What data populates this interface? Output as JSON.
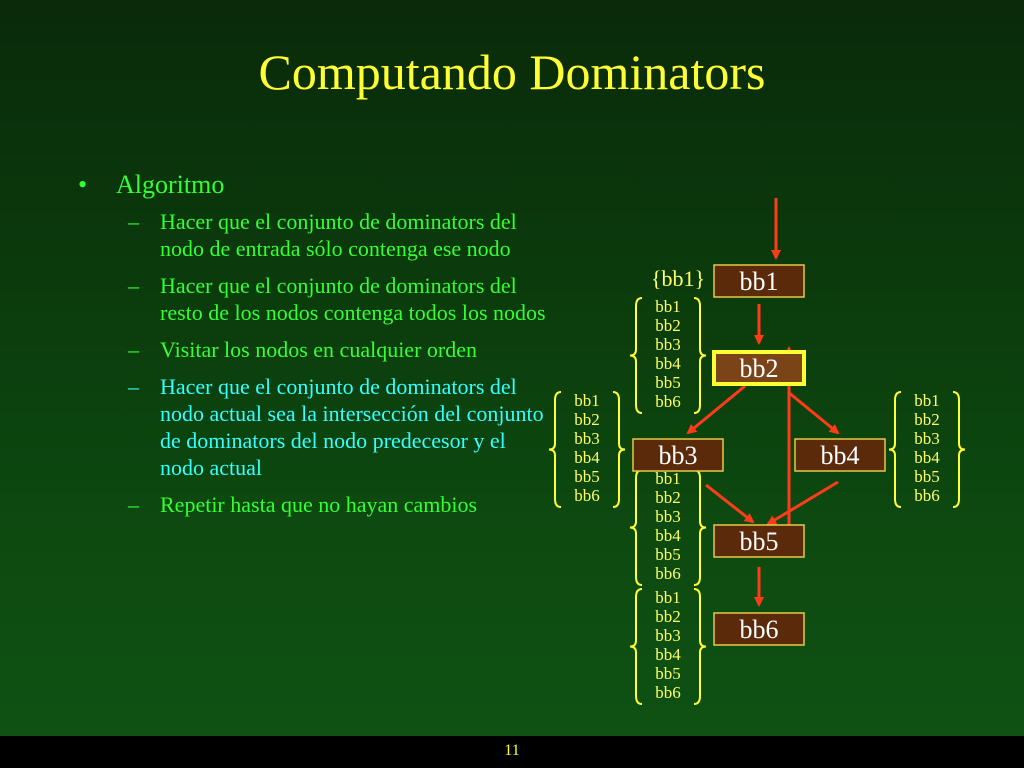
{
  "slide": {
    "title": "Computando Dominators",
    "bullet": "Algoritmo",
    "bullet_marker": "•",
    "sub_marker": "–",
    "sub_items": [
      {
        "text": "Hacer que el conjunto de dominators del nodo de entrada sólo contenga ese nodo",
        "highlight": false
      },
      {
        "text": "Hacer que el conjunto de dominators del resto de los nodos contenga todos los nodos",
        "highlight": false
      },
      {
        "text": "Visitar los nodos en cualquier orden",
        "highlight": false
      },
      {
        "text": "Hacer que el conjunto de dominators del nodo actual sea la intersección del conjunto de dominators del nodo predecesor y el nodo actual",
        "highlight": true
      },
      {
        "text": "Repetir hasta que no hayan cambios",
        "highlight": false
      }
    ],
    "page_number": "11"
  },
  "diagram": {
    "colors": {
      "node_fill": "#5a2a0a",
      "node_border": "#e6c84a",
      "node_text": "#ffffff",
      "highlight_fill": "#7a4418",
      "highlight_border": "#ffff33",
      "set_text": "#ffff66",
      "brace": "#ffff33",
      "arrow": "#ff3b1a"
    },
    "nodes": [
      {
        "id": "bb1",
        "label": "bb1",
        "highlight": false
      },
      {
        "id": "bb2",
        "label": "bb2",
        "highlight": true
      },
      {
        "id": "bb3",
        "label": "bb3",
        "highlight": false
      },
      {
        "id": "bb4",
        "label": "bb4",
        "highlight": false
      },
      {
        "id": "bb5",
        "label": "bb5",
        "highlight": false
      },
      {
        "id": "bb6",
        "label": "bb6",
        "highlight": false
      }
    ],
    "entry_set": {
      "node": "bb1",
      "text": "{bb1}"
    },
    "dom_sets": [
      {
        "node": "bb2",
        "items": [
          "bb1",
          "bb2",
          "bb3",
          "bb4",
          "bb5",
          "bb6"
        ]
      },
      {
        "node": "bb3",
        "items": [
          "bb1",
          "bb2",
          "bb3",
          "bb4",
          "bb5",
          "bb6"
        ]
      },
      {
        "node": "bb4",
        "items": [
          "bb1",
          "bb2",
          "bb3",
          "bb4",
          "bb5",
          "bb6"
        ]
      },
      {
        "node": "bb5",
        "items": [
          "bb1",
          "bb2",
          "bb3",
          "bb4",
          "bb5",
          "bb6"
        ]
      },
      {
        "node": "bb6",
        "items": [
          "bb1",
          "bb2",
          "bb3",
          "bb4",
          "bb5",
          "bb6"
        ]
      }
    ],
    "edges": [
      {
        "from": "entry",
        "to": "bb1"
      },
      {
        "from": "bb1",
        "to": "bb2"
      },
      {
        "from": "bb2",
        "to": "bb3"
      },
      {
        "from": "bb2",
        "to": "bb4"
      },
      {
        "from": "bb3",
        "to": "bb5"
      },
      {
        "from": "bb4",
        "to": "bb5"
      },
      {
        "from": "bb5",
        "to": "bb2"
      },
      {
        "from": "bb5",
        "to": "bb6"
      }
    ]
  }
}
